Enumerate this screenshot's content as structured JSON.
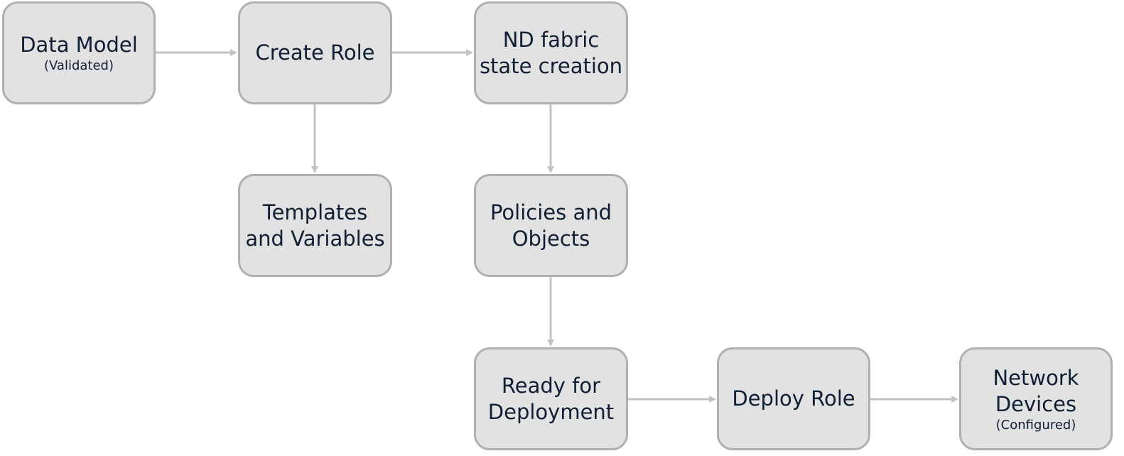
{
  "nodes": {
    "data_model": {
      "label": "Data Model",
      "sub": "(Validated)"
    },
    "create_role": {
      "label": "Create Role",
      "sub": ""
    },
    "nd_fabric": {
      "label": "ND fabric\nstate creation",
      "sub": ""
    },
    "templates": {
      "label": "Templates\nand Variables",
      "sub": ""
    },
    "policies": {
      "label": "Policies and\nObjects",
      "sub": ""
    },
    "ready": {
      "label": "Ready for\nDeployment",
      "sub": ""
    },
    "deploy": {
      "label": "Deploy Role",
      "sub": ""
    },
    "network": {
      "label": "Network\nDevices",
      "sub": "(Configured)"
    }
  },
  "colors": {
    "box_fill": "#e2e2e2",
    "box_border": "#b0b0b0",
    "arrow": "#c4c4c4",
    "text": "#0f1e33"
  }
}
